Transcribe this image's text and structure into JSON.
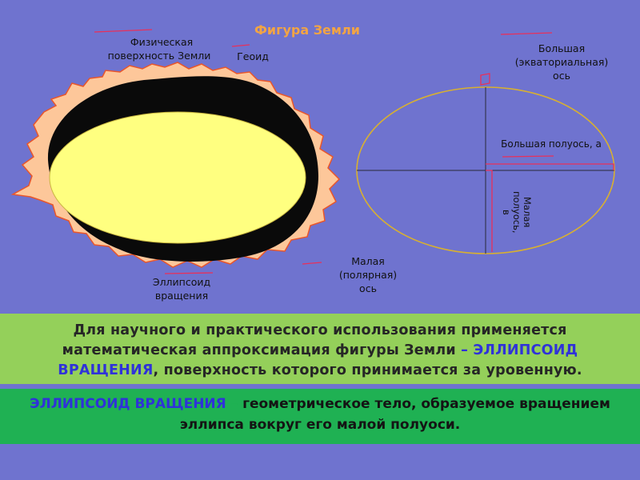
{
  "title": "Фигура Земли",
  "labels": {
    "physical_surface": [
      "Физическая",
      "поверхность Земли"
    ],
    "geoid": "Геоид",
    "ellipsoid": [
      "Эллипсоид",
      "вращения"
    ],
    "major_axis": [
      "Большая",
      "(экваториальная)",
      "ось"
    ],
    "major_semiaxis": "Большая полуось, а",
    "minor_semiaxis": "Малая полуось, в",
    "minor_axis": [
      "Малая",
      "(полярная)",
      "ось"
    ]
  },
  "band1": {
    "text_before": "Для научного и практического использования применяется математическая аппроксимация фигуры Земли ",
    "dash": "–",
    "highlight": " ЭЛЛИПСОИД ВРАЩЕНИЯ",
    "text_after": ", поверхность которого принимается за уровенную."
  },
  "band2": {
    "highlight": "ЭЛЛИПСОИД ВРАЩЕНИЯ",
    "dash": " – ",
    "text_after": "геометрическое тело, образуемое вращением эллипса вокруг его малой полуоси."
  },
  "colors": {
    "background": "#6f73cf",
    "title": "#f2a444",
    "surface_fill": "#fdc79a",
    "surface_stroke": "#e9562b",
    "geoid": "#0a0a0a",
    "ellipsoid_fill": "#ffff80",
    "ellipse_stroke": "#d8b030",
    "band1": "#94d05a",
    "band2": "#1fb153",
    "highlight": "#2f32d9"
  }
}
